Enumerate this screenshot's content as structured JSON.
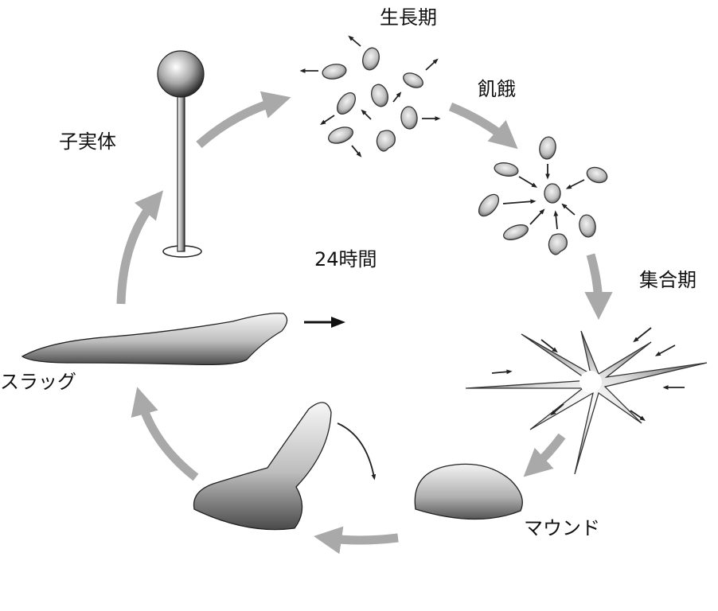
{
  "labels": {
    "growth": "生長期",
    "starvation": "飢餓",
    "aggregation": "集合期",
    "mound": "マウンド",
    "slug": "スラッグ",
    "fruiting_body": "子実体",
    "duration": "24時間"
  },
  "colors": {
    "cycle_arrow": "#a9a9a9",
    "small_arrow": "#222222",
    "cell_fill": "#d2d2d2",
    "cell_edge": "#333333"
  },
  "icons": [
    "amoeba-cell-icon",
    "fruiting-body-icon",
    "slug-icon",
    "mound-icon",
    "aggregation-center-icon"
  ]
}
